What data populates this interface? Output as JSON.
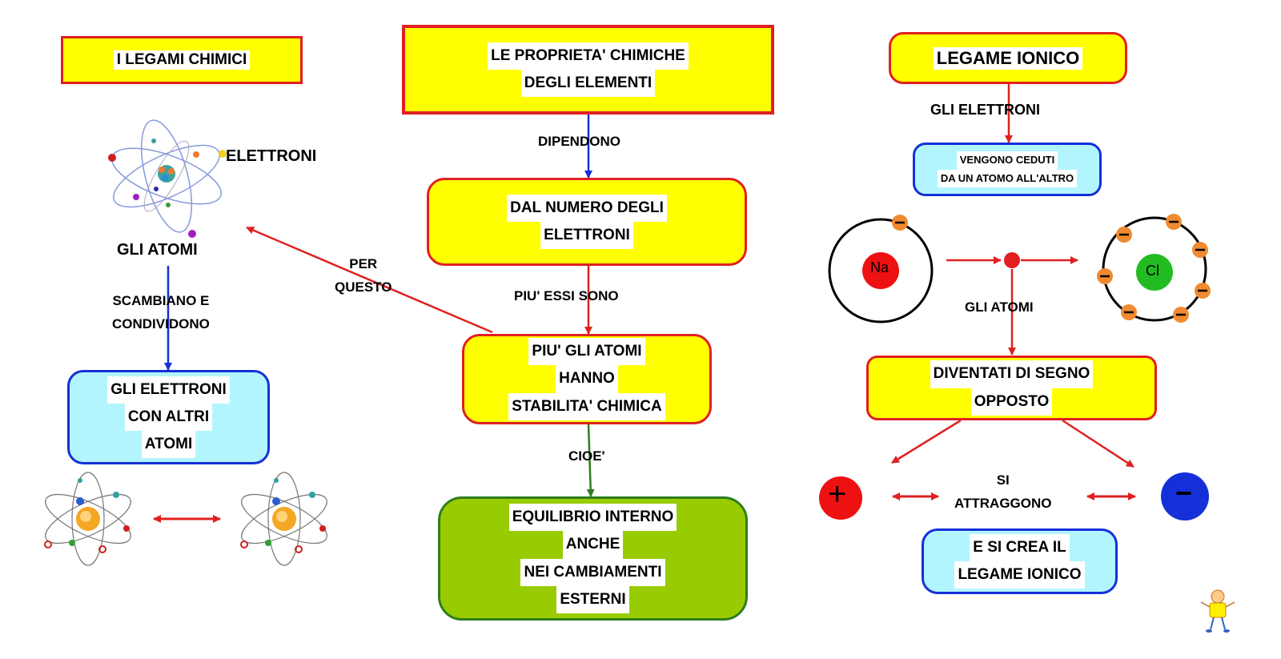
{
  "left": {
    "title": "I   LEGAMI    CHIMICI",
    "electrons_label": "ELETTRONI",
    "atoms_label": "GLI    ATOMI",
    "exchange_label": [
      "SCAMBIANO      E",
      "CONDIVIDONO"
    ],
    "shared_box": [
      "GLI     ELETTRONI",
      "CON     ALTRI",
      "ATOMI"
    ]
  },
  "center": {
    "title": [
      "LE     PROPRIETA'      CHIMICHE",
      "DEGLI     ELEMENTI"
    ],
    "depend_label": "DIPENDONO",
    "number_box": [
      "DAL     NUMERO     DEGLI",
      "ELETTRONI"
    ],
    "more_label": "PIU'     ESSI     SONO",
    "stability_box": [
      "PIU'    GLI    ATOMI",
      "HANNO",
      "STABILITA'      CHIMICA"
    ],
    "for_this_label": [
      "PER",
      "QUESTO"
    ],
    "cioe_label": "CIOE'",
    "equilibrium_box": [
      "EQUILIBRIO      INTERNO",
      "ANCHE",
      "NEI      CAMBIAMENTI",
      "ESTERNI"
    ]
  },
  "right": {
    "title": "LEGAME     IONICO",
    "electrons_label": "GLI      ELETTRONI",
    "ceded_box": [
      "VENGONO      CEDUTI",
      "DA   UN    ATOMO      ALL'ALTRO"
    ],
    "na_label": "Na",
    "cl_label": "Cl",
    "minus_sign": "−",
    "plus_sign": "+",
    "atoms_label": "GLI     ATOMI",
    "opposite_box": [
      "DIVENTATI     DI    SEGNO",
      "OPPOSTO"
    ],
    "attract_label": [
      "SI",
      "ATTRAGGONO"
    ],
    "bond_box": [
      "E   SI    CREA    IL",
      "LEGAME      IONICO"
    ]
  },
  "colors": {
    "yellow": "#ffff00",
    "red": "#e02020",
    "blue": "#1530d8",
    "cyan": "#b3f5ff",
    "green": "#99cc00",
    "dark_green": "#2e7d1f"
  }
}
